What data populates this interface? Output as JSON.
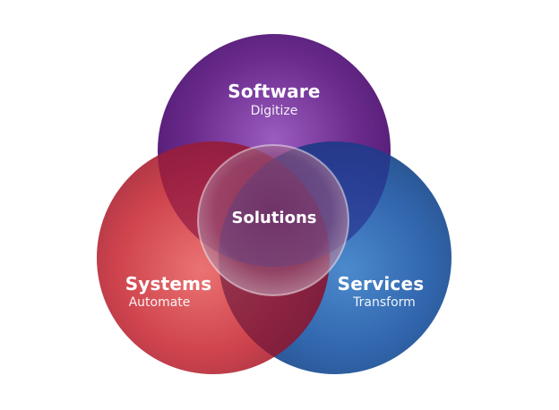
{
  "diagram": {
    "circles": [
      {
        "id": "software",
        "title": "Software",
        "subtitle": "Digitize",
        "color": "#6a2a8c"
      },
      {
        "id": "systems",
        "title": "Systems",
        "subtitle": "Automate",
        "color": "#c82a35"
      },
      {
        "id": "services",
        "title": "Services",
        "subtitle": "Transform",
        "color": "#1f58a6"
      }
    ],
    "center": {
      "label": "Solutions"
    }
  }
}
